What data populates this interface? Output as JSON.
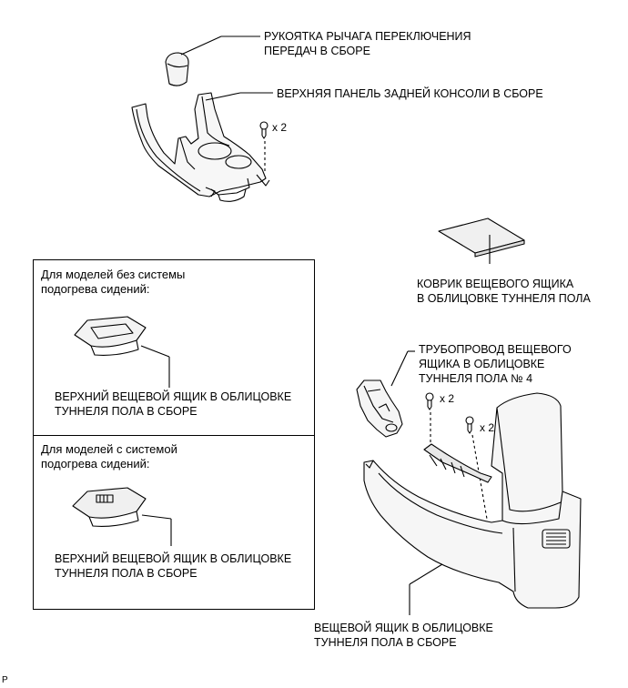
{
  "labels": {
    "shift_knob": {
      "line1": "РУКОЯТКА РЫЧАГА ПЕРЕКЛЮЧЕНИЯ",
      "line2": "ПЕРЕДАЧ В СБОРЕ"
    },
    "upper_panel": {
      "line1": "ВЕРХНЯЯ ПАНЕЛЬ ЗАДНЕЙ КОНСОЛИ В СБОРЕ"
    },
    "mat": {
      "line1": "КОВРИК ВЕЩЕВОГО ЯЩИКА",
      "line2": "В ОБЛИЦОВКЕ ТУННЕЛЯ ПОЛА"
    },
    "duct": {
      "line1": "ТРУБОПРОВОД ВЕЩЕВОГО",
      "line2": "ЯЩИКА В ОБЛИЦОВКЕ",
      "line3": "ТУННЕЛЯ ПОЛА № 4"
    },
    "console_box": {
      "line1": "ВЕЩЕВОЙ ЯЩИК В ОБЛИЦОВКЕ",
      "line2": "ТУННЕЛЯ ПОЛА В СБОРЕ"
    }
  },
  "quantities": {
    "screws_panel": "x 2",
    "screws_duct": "x 2",
    "screws_box": "x 2"
  },
  "variants": {
    "without_heating": {
      "heading1": "Для моделей без системы",
      "heading2": "подогрева сидений:",
      "part1": "ВЕРХНИЙ ВЕЩЕВОЙ ЯЩИК В ОБЛИЦОВКЕ",
      "part2": "ТУННЕЛЯ ПОЛА В СБОРЕ"
    },
    "with_heating": {
      "heading1": "Для моделей с системой",
      "heading2": "подогрева сидений:",
      "part1": "ВЕРХНИЙ ВЕЩЕВОЙ ЯЩИК В ОБЛИЦОВКЕ",
      "part2": "ТУННЕЛЯ ПОЛА В СБОРЕ"
    }
  },
  "footer_code": "P"
}
